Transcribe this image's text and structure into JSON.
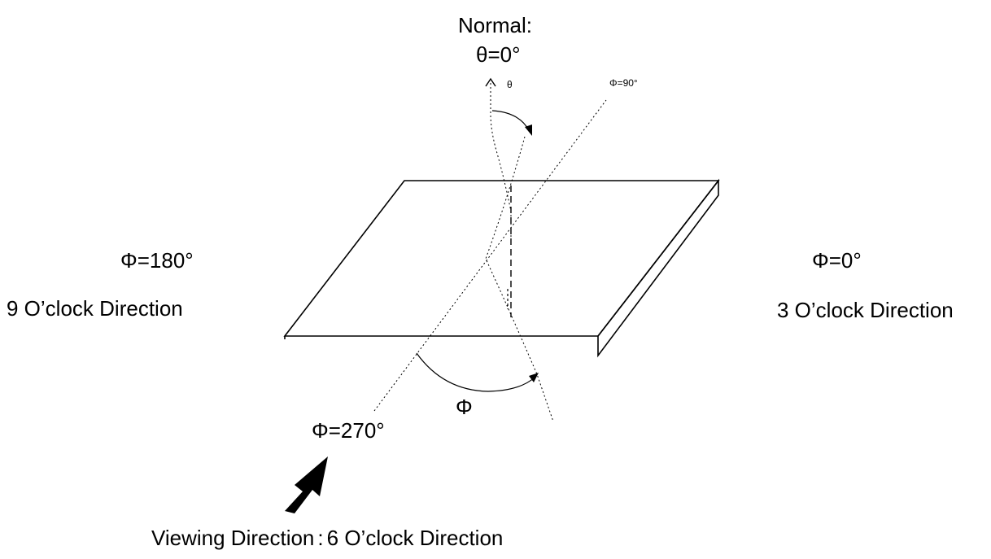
{
  "labels": {
    "normal_title": "Normal:",
    "theta_zero": "θ=0°",
    "theta_symbol": "θ",
    "phi_90": "Φ=90°",
    "phi_180": "Φ=180°",
    "nine_oclock": "9 O’clock Direction",
    "phi_0": "Φ=0°",
    "three_oclock": "3 O’clock Direction",
    "phi_symbol": "Φ",
    "phi_270": "Φ=270°",
    "viewing_direction": "Viewing Direction",
    "viewing_sep": ":",
    "six_oclock": "6 O’clock Direction"
  },
  "colors": {
    "ink": "#000000",
    "background": "#ffffff"
  }
}
